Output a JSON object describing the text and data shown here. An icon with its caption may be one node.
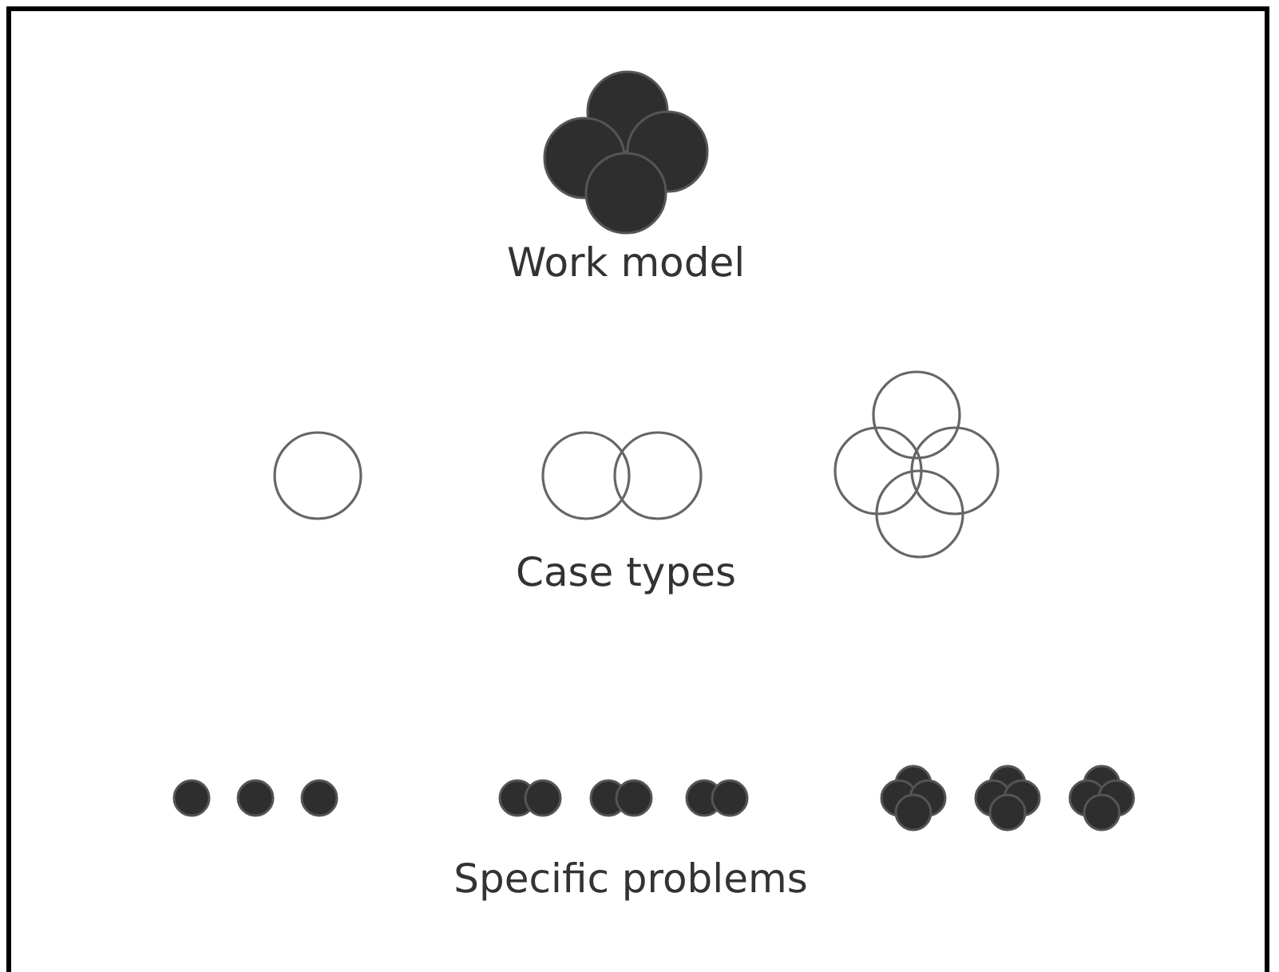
{
  "diagram": {
    "labels": [
      "Work model",
      "Case types",
      "Specific problems"
    ]
  }
}
